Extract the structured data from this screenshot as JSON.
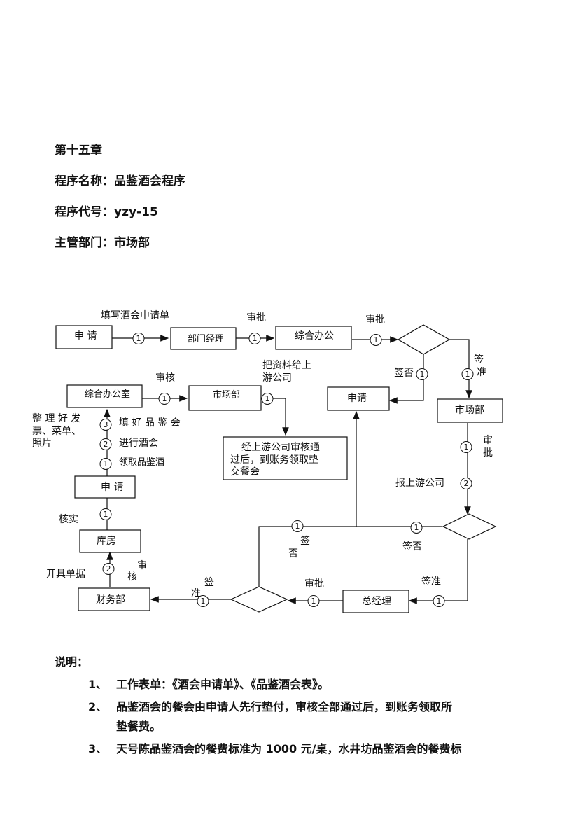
{
  "header": {
    "chapter": "第十五章",
    "program_name": "程序名称：品鉴酒会程序",
    "program_code": "程序代号：yzy-15",
    "department": "主管部门：市场部"
  },
  "flowchart": {
    "boxes": {
      "apply1": "申 请",
      "dept_manager": "部门经理",
      "general_office1": "综合办公",
      "general_office2": "综合办公室",
      "market1": "市场部",
      "upstream_note": "经上游公司审核通过后，到账务领取垫交餐会",
      "apply_mid": "申请",
      "market2": "市场部",
      "apply2": "申 请",
      "warehouse": "库房",
      "general_manager": "总经理",
      "finance": "财务部"
    },
    "labels": {
      "fill_form": "填写酒会申请单",
      "approve1": "审批",
      "approve2": "审批",
      "review1": "审核",
      "send_upstream_1": "把资料给上",
      "send_upstream_2": "游公司",
      "sign_no1": "签否",
      "sign_approve1a": "签",
      "sign_approve1b": "准",
      "organize_1": "整 理 好 发",
      "organize_2": "票、菜单、",
      "organize_3": "照片",
      "fill_tasting": "填 好 品 鉴 会",
      "hold_party": "进行酒会",
      "get_tasting": "领取品鉴酒",
      "approve3a": "审",
      "approve3b": "批",
      "report_upstream": "报上游公司",
      "verify": "核实",
      "sign_no2a": "签",
      "sign_no2b": "否",
      "sign_no3": "签否",
      "sign_approve2": "签准",
      "approve4": "审批",
      "issue_receipt": "开具单据",
      "review2a": "审",
      "review2b": "核",
      "sign_approve3a": "签",
      "sign_approve3b": "准"
    },
    "circles": {
      "one": "①",
      "two": "②",
      "three": "③"
    }
  },
  "notes": {
    "title": "说明：",
    "items": [
      {
        "num": "1、",
        "text": "工作表单：《酒会申请单》、《品鉴酒会表》。"
      },
      {
        "num": "2、",
        "text": "品鉴酒会的餐会由申请人先行垫付，审核全部通过后，到账务领取所",
        "cont": "垫餐费。"
      },
      {
        "num": "3、",
        "text": "天号陈品鉴酒会的餐费标准为 1000 元/桌，水井坊品鉴酒会的餐费标",
        "cont": ""
      }
    ]
  }
}
